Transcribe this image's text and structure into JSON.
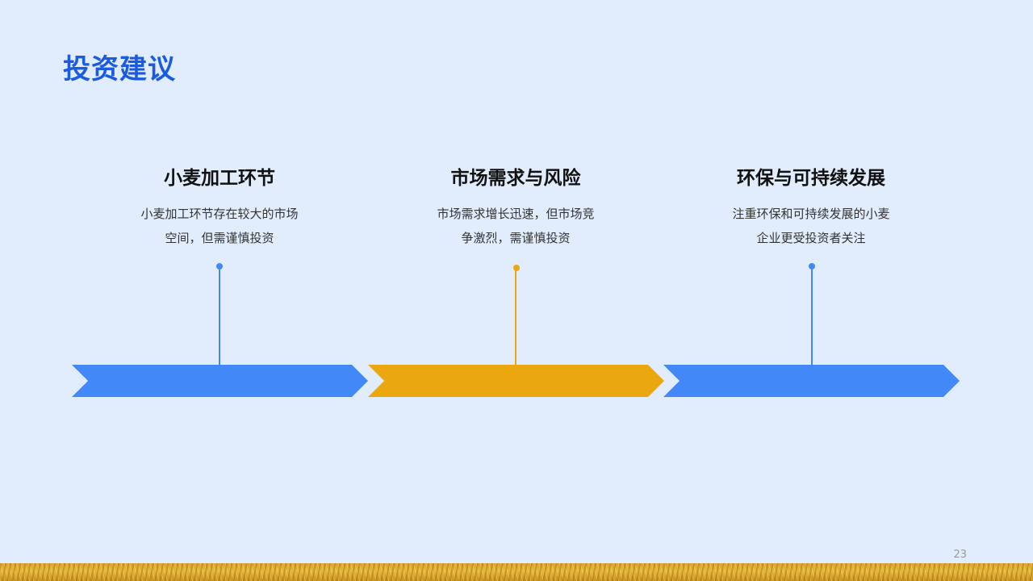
{
  "slide": {
    "title": "投资建议",
    "page_number": "23"
  },
  "timeline": [
    {
      "heading": "小麦加工环节",
      "description": "小麦加工环节存在较大的市场空间，但需谨慎投资",
      "color": "#4288f6"
    },
    {
      "heading": "市场需求与风险",
      "description": "市场需求增长迅速，但市场竞争激烈，需谨慎投资",
      "color": "#eba70f"
    },
    {
      "heading": "环保与可持续发展",
      "description": "注重环保和可持续发展的小麦企业更受投资者关注",
      "color": "#4288f6"
    }
  ],
  "colors": {
    "title": "#1a5be0",
    "background": "#e1ecfd",
    "blue": "#4288f6",
    "gold": "#eba70f"
  },
  "icons": {
    "footer": "wheat-field-strip"
  }
}
